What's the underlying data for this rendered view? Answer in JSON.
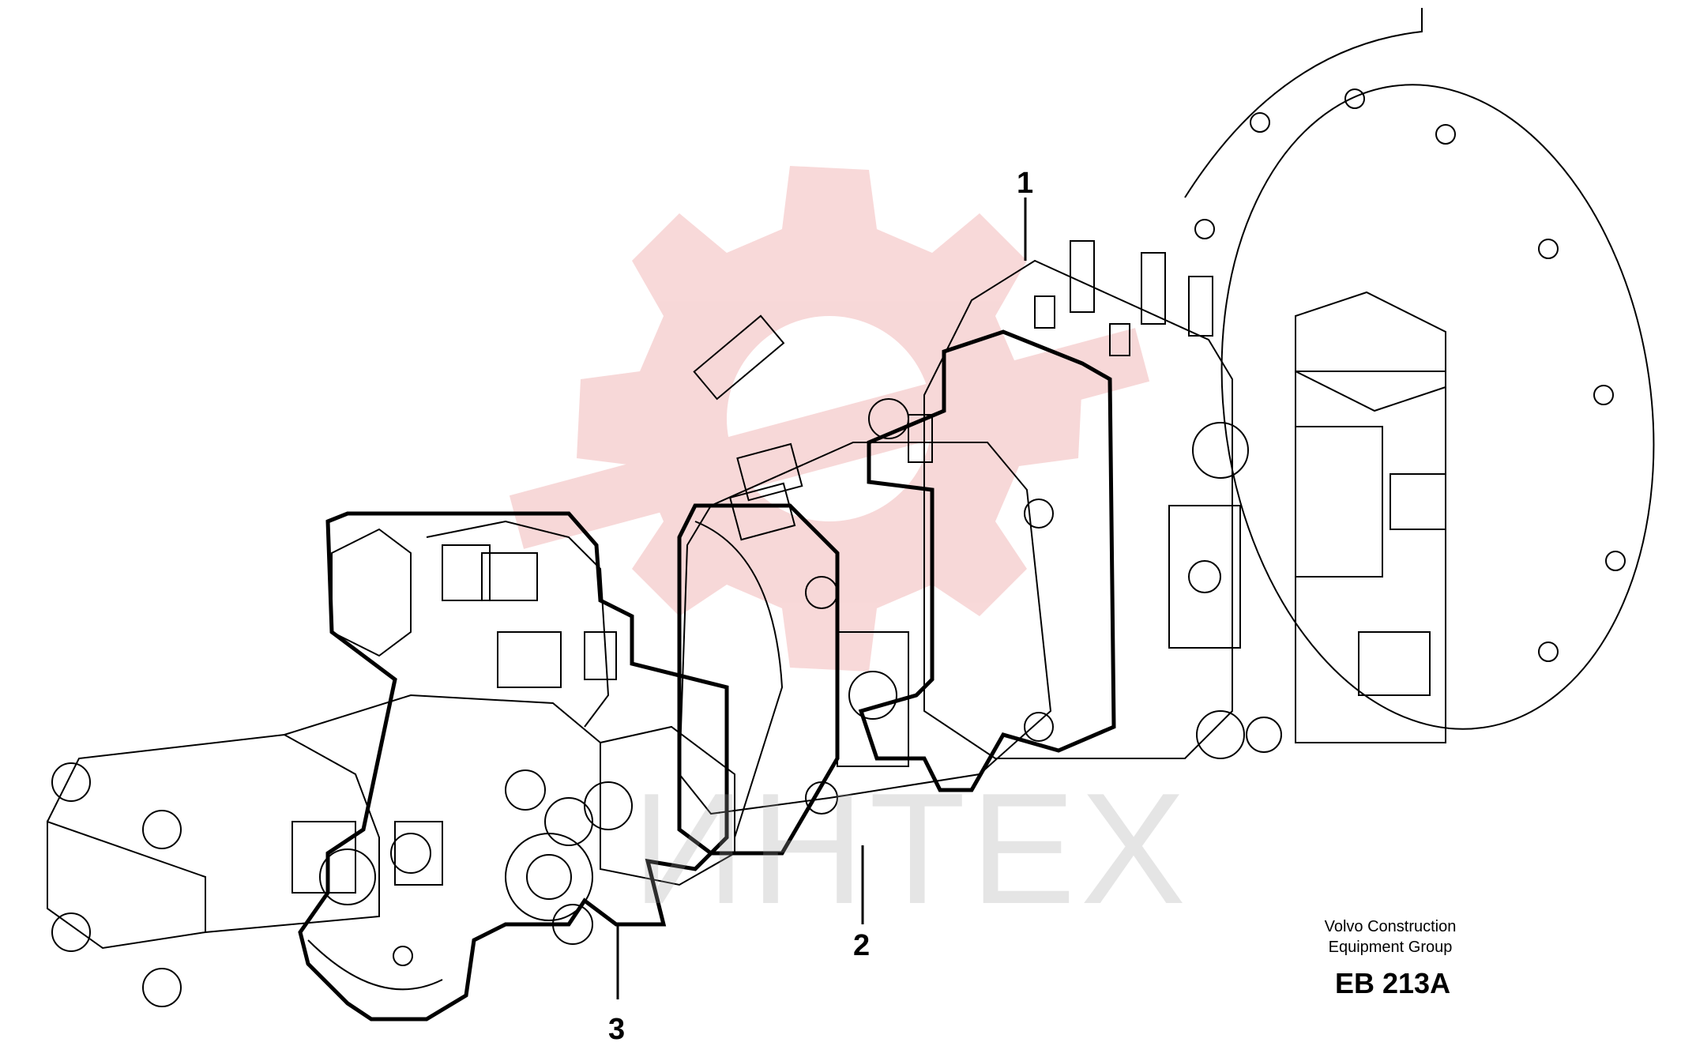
{
  "diagram": {
    "callouts": [
      {
        "id": "callout-1",
        "text": "1"
      },
      {
        "id": "callout-2",
        "text": "2"
      },
      {
        "id": "callout-3",
        "text": "3"
      }
    ],
    "caption_lines": [
      "Volvo Construction",
      "Equipment Group"
    ],
    "figure_code": "EB 213A",
    "watermark_text": "ИНТЕХ",
    "colors": {
      "line": "#000000",
      "watermark_logo": "#f2c4c4",
      "watermark_text": "#c8c8c8"
    }
  }
}
